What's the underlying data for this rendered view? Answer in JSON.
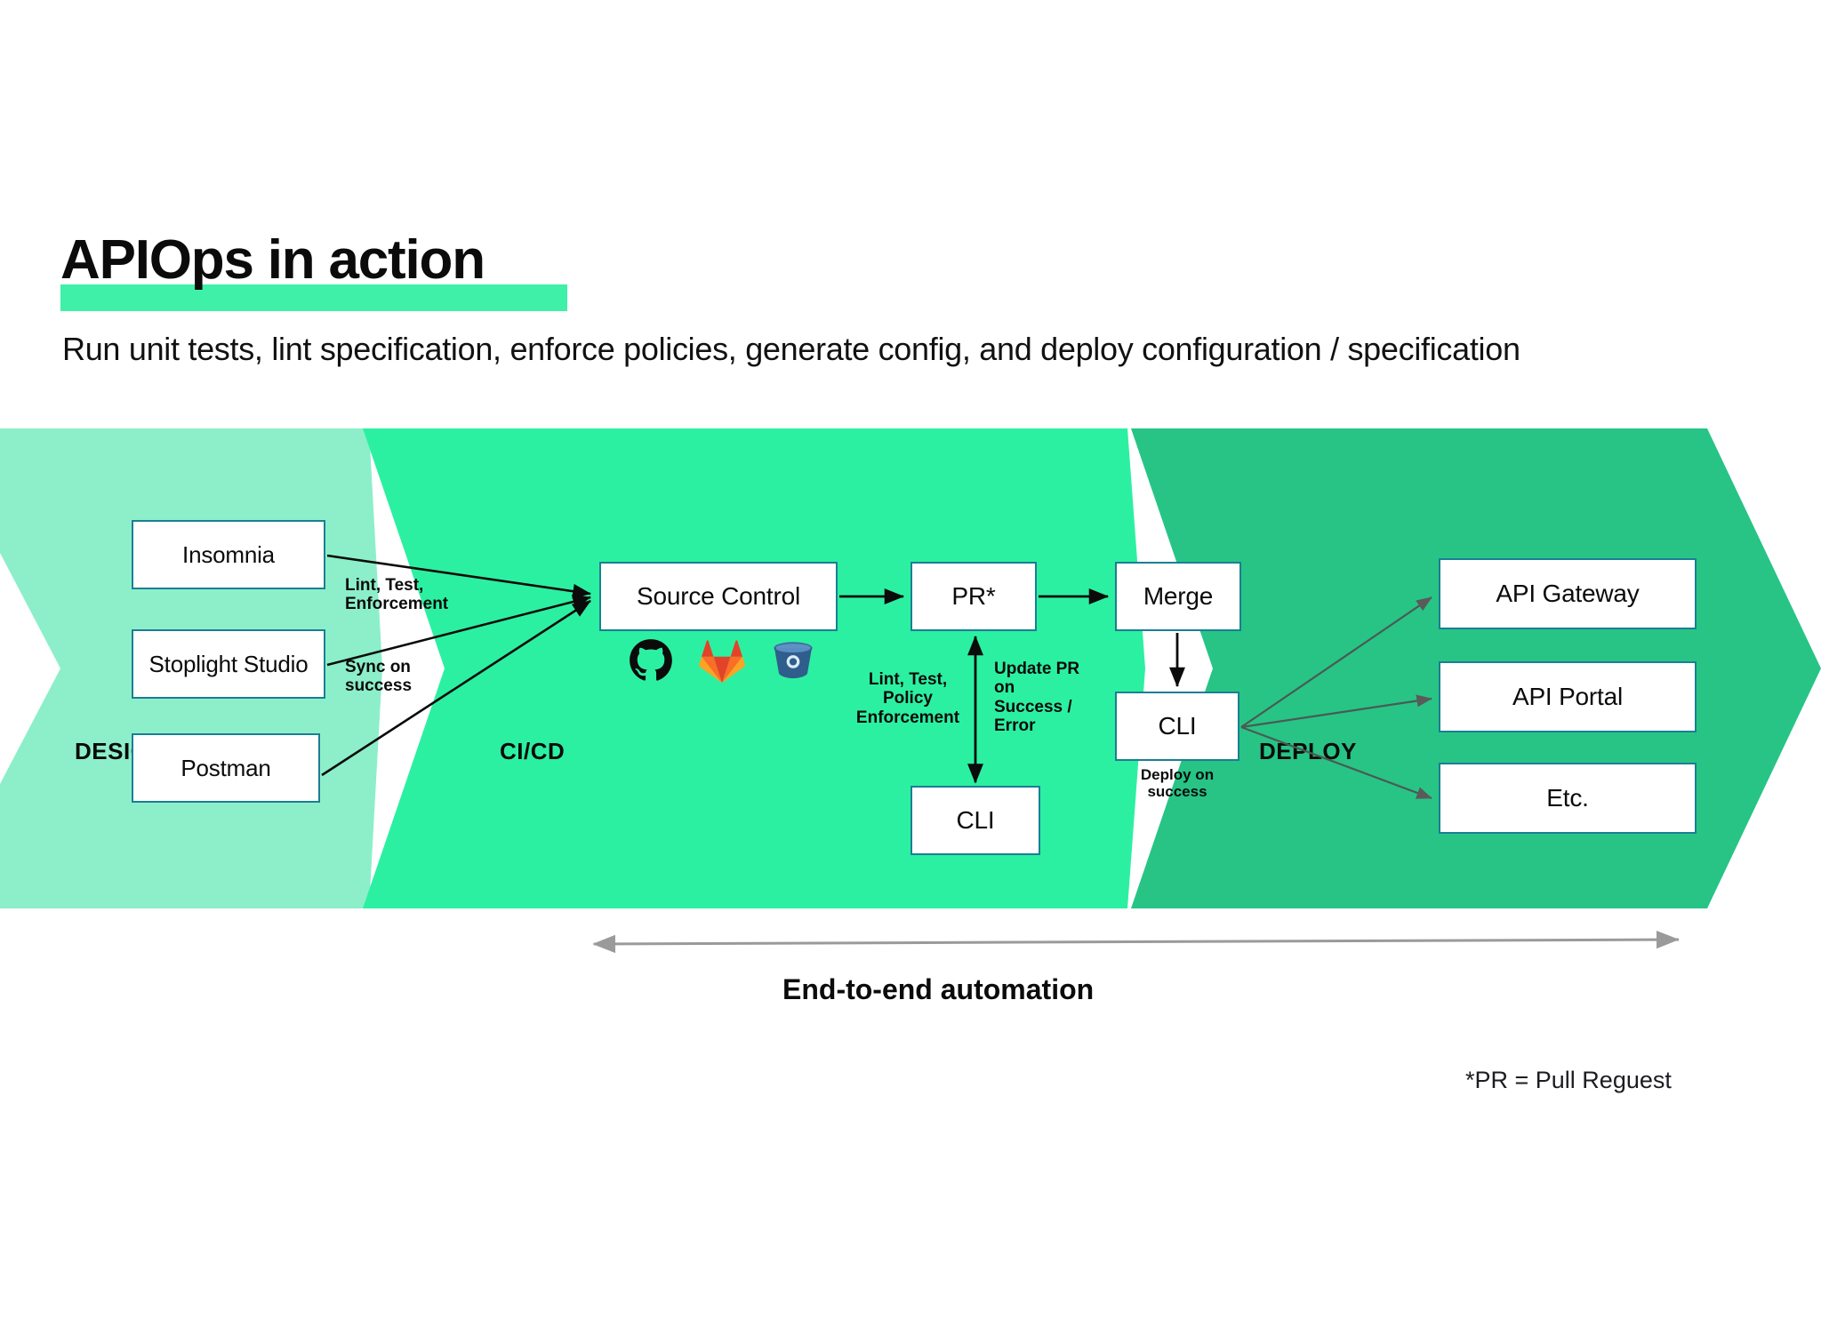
{
  "header": {
    "title": "APIOps in action",
    "subtitle": "Run unit tests, lint specification, enforce policies, generate config, and deploy configuration / specification",
    "highlight_color": "#3ff0a8"
  },
  "bands": [
    {
      "label": "DESIGN",
      "color": "#8cefc9"
    },
    {
      "label": "CI/CD",
      "color": "#2cf0a1"
    },
    {
      "label": "DEPLOY",
      "color": "#27c486"
    }
  ],
  "design": {
    "nodes": [
      {
        "label": "Insomnia"
      },
      {
        "label": "Stoplight Studio"
      },
      {
        "label": "Postman"
      }
    ],
    "edge_labels": [
      {
        "text": "Lint, Test,\nEnforcement"
      },
      {
        "text": "Sync on\nsuccess"
      }
    ]
  },
  "cicd": {
    "nodes": [
      {
        "label": "Source Control"
      },
      {
        "label": "PR*"
      },
      {
        "label": "Merge"
      },
      {
        "label": "CLI"
      },
      {
        "label": "CLI"
      }
    ],
    "edge_labels": [
      {
        "text": "Lint, Test,\nPolicy\nEnforcement"
      },
      {
        "text": "Update PR\non\nSuccess /\nError"
      },
      {
        "text": "Deploy on\nsuccess"
      }
    ],
    "source_control_icons": [
      {
        "name": "github-icon",
        "title": "GitHub",
        "color": "#0b0b0b"
      },
      {
        "name": "gitlab-icon",
        "title": "GitLab",
        "color": "#e8623a"
      },
      {
        "name": "bitbucket-icon",
        "title": "Bitbucket",
        "color": "#2f5d8c"
      }
    ]
  },
  "deploy": {
    "nodes": [
      {
        "label": "API Gateway"
      },
      {
        "label": "API Portal"
      },
      {
        "label": "Etc."
      }
    ]
  },
  "footer": {
    "automation_label": "End-to-end automation",
    "footnote": "*PR = Pull Reguest",
    "arrow_color": "#9a9a9a"
  }
}
